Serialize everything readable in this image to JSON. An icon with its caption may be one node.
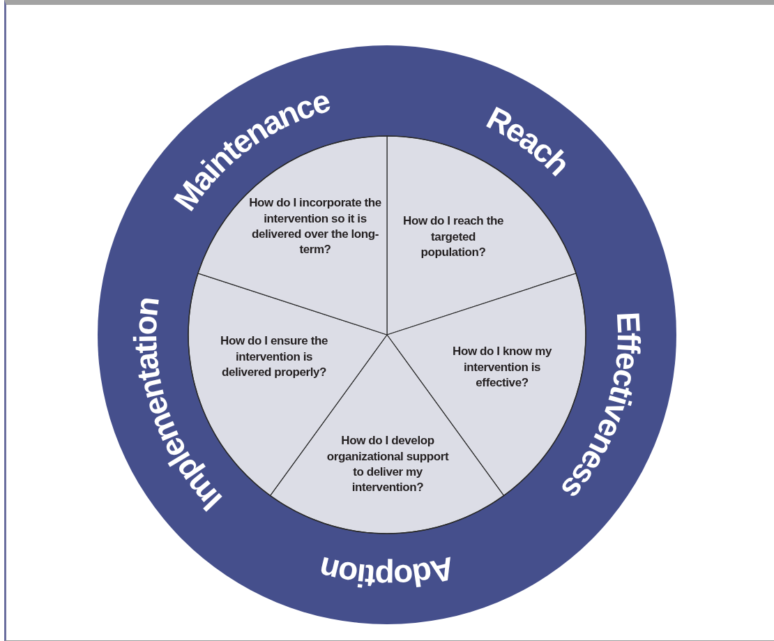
{
  "diagram": {
    "nodes": [
      {
        "text": [
          "How do I reach the targeted population?"
        ],
        "beside": [
          "Reach"
        ]
      },
      {
        "text": [
          "How do I know my intervention is effective?"
        ],
        "beside": [
          "Effectiveness"
        ]
      },
      {
        "text": [
          "How do I develop organizational support to deliver my intervention?"
        ],
        "beside": [
          "Adoption"
        ]
      },
      {
        "text": [
          "How do I ensure the intervention is delivered properly?"
        ],
        "beside": [
          "Implementation"
        ]
      },
      {
        "text": [
          "How do I incorporate the intervention so it is delivered over the long-term?"
        ],
        "beside": [
          "Maintenance"
        ]
      }
    ]
  }
}
